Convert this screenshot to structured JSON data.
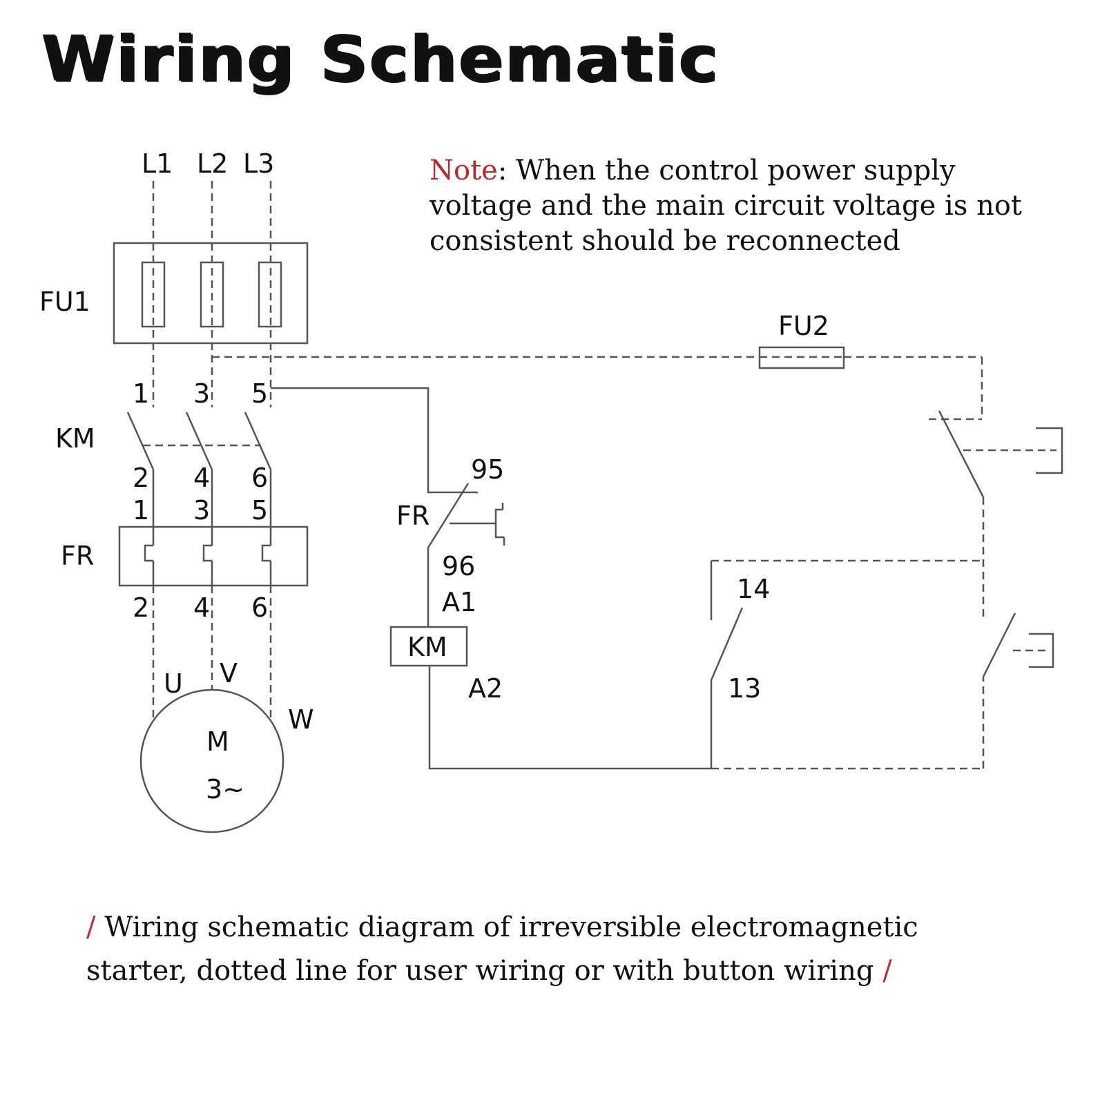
{
  "title": "Wiring Schematic",
  "note": {
    "label": "Note",
    "separator": ":",
    "text": " When the control power supply voltage and the main circuit voltage is not consistent should be reconnected"
  },
  "caption": {
    "slash": "/",
    "text": " Wiring schematic diagram of irreversible electromagnetic starter, dotted line for user wiring or with button wiring "
  },
  "labels": {
    "l1": "L1",
    "l2": "L2",
    "l3": "L3",
    "fu1": "FU1",
    "fu2": "FU2",
    "km": "KM",
    "fr": "FR",
    "t1": "1",
    "t3": "3",
    "t5": "5",
    "t2": "2",
    "t4": "4",
    "t6": "6",
    "u": "U",
    "v": "V",
    "w": "W",
    "motor": "M",
    "motor_phase": "3~",
    "fr_ctrl": "FR",
    "c95": "95",
    "c96": "96",
    "a1": "A1",
    "a2": "A2",
    "km_coil": "KM",
    "c14": "14",
    "c13": "13"
  },
  "colors": {
    "accent": "#c0272d",
    "line": "#555555",
    "text": "#111111"
  }
}
